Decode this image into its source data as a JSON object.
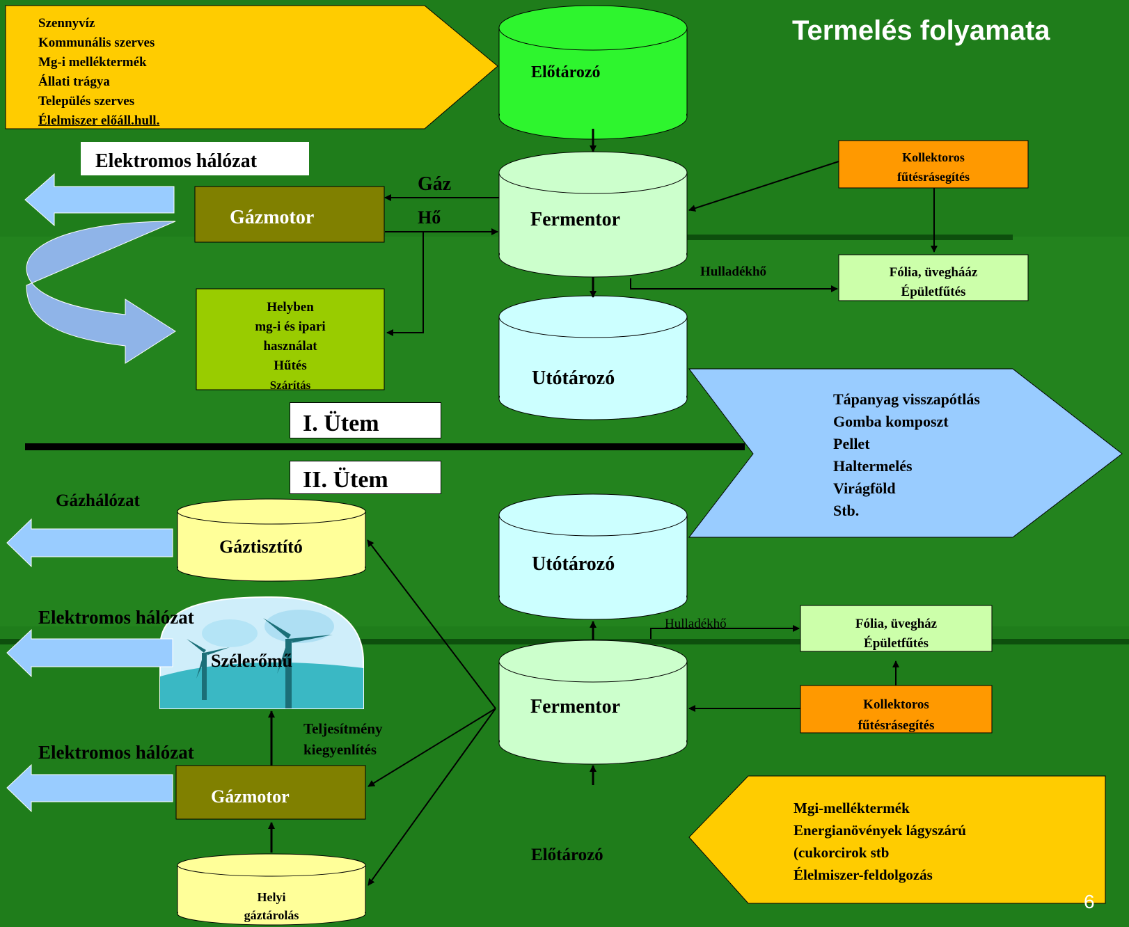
{
  "title": "Termelés folyamata",
  "page_number": "6",
  "colors": {
    "background": "#1f7d1b",
    "input_arrow": "#ffcc00",
    "pre_storage": "#2ef52e",
    "fermentor": "#ccffcc",
    "post_storage": "#ccffff",
    "gas_engine": "#808000",
    "local_use": "#99cc00",
    "collector": "#ff9900",
    "greenhouse": "#ccffaa",
    "output_arrow": "#99ccff",
    "gas_cleaner": "#ffff99"
  },
  "phase1": {
    "inputs": [
      "Szennyvíz",
      "Kommunális szerves",
      "Mg-i melléktermék",
      "Állati trágya",
      "Település szerves",
      "Élelmiszer előáll.hull."
    ],
    "pre_storage": "Előtározó",
    "fermentor": "Fermentor",
    "post_storage": "Utótározó",
    "electric_grid": "Elektromos hálózat",
    "gas_engine": "Gázmotor",
    "gas_label": "Gáz",
    "heat_label": "Hő",
    "local_use": [
      "Helyben",
      "mg-i és ipari",
      "használat",
      "Hűtés",
      "Szárítás"
    ],
    "collector": [
      "Kollektoros",
      "fűtésrásegítés"
    ],
    "waste_heat": "Hulladékhő",
    "greenhouse": [
      "Fólia, üveghááz",
      "Épületfűtés"
    ],
    "stage": "I. Ütem"
  },
  "outputs": [
    "Tápanyag visszapótlás",
    "Gomba komposzt",
    "Pellet",
    "Haltermelés",
    "Virágföld",
    "Stb."
  ],
  "phase2": {
    "stage": "II. Ütem",
    "gas_grid": "Gázhálózat",
    "gas_cleaner": "Gáztisztító",
    "post_storage": "Utótározó",
    "electric_grid_wind": "Elektromos hálózat",
    "wind_plant": "Szélerőmű",
    "waste_heat": "Hulladékhő",
    "greenhouse": [
      "Fólia, üvegház",
      "Épületfűtés"
    ],
    "fermentor": "Fermentor",
    "collector": [
      "Kollektoros",
      "fűtésrásegítés"
    ],
    "balancing": [
      "Teljesítmény",
      "kiegyenlítés"
    ],
    "electric_grid_engine": "Elektromos hálózat",
    "gas_engine": "Gázmotor",
    "pre_storage": "Előtározó",
    "local_storage": [
      "Helyi",
      "gáztárolás"
    ],
    "inputs": [
      "Mgi-melléktermék",
      "Energianövények lágyszárú",
      "(cukorcirok stb",
      "Élelmiszer-feldolgozás"
    ]
  }
}
